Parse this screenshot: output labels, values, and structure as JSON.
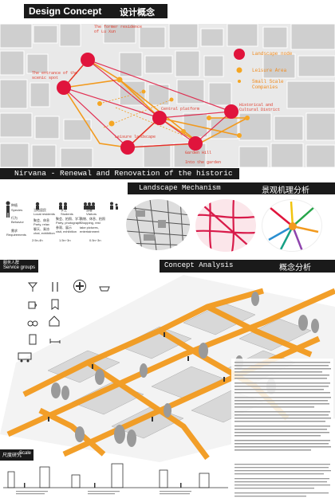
{
  "header": {
    "title_en": "Design Concept",
    "title_cn": "设计概念"
  },
  "map": {
    "labels": {
      "former_residence": "The former residence of Lu Xun",
      "entrance": "The entrance of the scenic spot",
      "central_platform": "Central platform",
      "historical_district": "Historical and Cultural District",
      "leisure_landscape": "Leisure landscape",
      "garden_hill": "Garden Hill",
      "into_garden": "Into the garden"
    },
    "legend": {
      "landscape_node": "Landscape node",
      "leisure_area": "Leisure Area",
      "small_scale": "Small Scale Companies"
    }
  },
  "banner": {
    "main": "Nirvana - Renewal and Renovation of the historic",
    "mechanism_en": "Landscape Mechanism",
    "mechanism_cn": "景观机理分析"
  },
  "service": {
    "label_cn": "服务人群",
    "label_en": "Service groups",
    "groups": [
      {
        "icon": "person-icon",
        "title": "种植",
        "lines": [
          "Species",
          "行为",
          "Behavior",
          "需求",
          "Requirements"
        ]
      },
      {
        "icon": "leaf-icon",
        "title": "当地居民",
        "lines": [
          "Local residents",
          "聚会、休息",
          "Party, relax",
          "聊天、乘凉",
          "chat, exhibition"
        ]
      },
      {
        "icon": "users-icon",
        "title": "学生",
        "lines": [
          "Students",
          "聚会、拍照、学习",
          "Party, photograph",
          "参观、展示",
          "visit, exhibition"
        ]
      },
      {
        "icon": "group-icon",
        "title": "游客",
        "lines": [
          "Visitors",
          "购物、休息、拍照",
          "Shopping, rest",
          "take pictures,",
          "entertainment"
        ]
      },
      {
        "icon": "family-icon",
        "title": "",
        "lines": []
      }
    ],
    "ages": [
      "2:5n-4h",
      "1.5n~3n",
      "0.5n~3n"
    ]
  },
  "concept": {
    "title_en": "Concept Analysis",
    "title_cn": "概念分析"
  },
  "scale": {
    "label_cn": "尺度研究",
    "label_en": "Scale"
  },
  "colors": {
    "orange": "#f29a1e",
    "red": "#e0143c",
    "dark": "#1a1a1a"
  }
}
